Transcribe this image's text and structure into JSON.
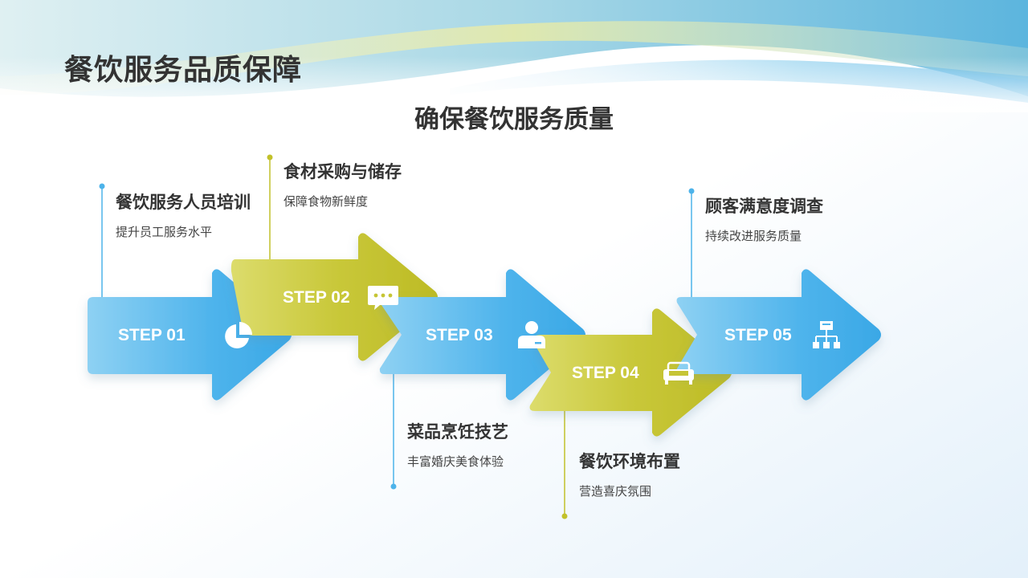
{
  "header": {
    "title": "餐饮服务品质保障"
  },
  "main": {
    "subtitle": "确保餐饮服务质量"
  },
  "colors": {
    "blue": "#4db3ea",
    "olive": "#c2c12a",
    "text": "#333333"
  },
  "steps": [
    {
      "label": "STEP 01",
      "icon": "pie-chart-icon",
      "color": "blue",
      "title": "餐饮服务人员培训",
      "desc": "提升员工服务水平"
    },
    {
      "label": "STEP 02",
      "icon": "chat-icon",
      "color": "olive",
      "title": "食材采购与储存",
      "desc": "保障食物新鲜度"
    },
    {
      "label": "STEP 03",
      "icon": "user-icon",
      "color": "blue",
      "title": "菜品烹饪技艺",
      "desc": "丰富婚庆美食体验"
    },
    {
      "label": "STEP 04",
      "icon": "sofa-icon",
      "color": "olive",
      "title": "餐饮环境布置",
      "desc": "营造喜庆氛围"
    },
    {
      "label": "STEP 05",
      "icon": "org-chart-icon",
      "color": "blue",
      "title": "顾客满意度调查",
      "desc": "持续改进服务质量"
    }
  ]
}
